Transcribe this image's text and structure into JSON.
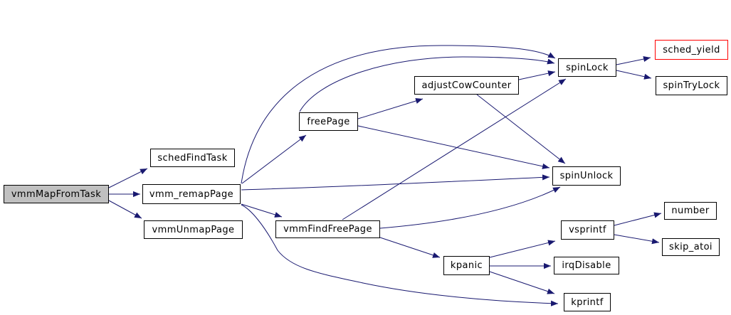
{
  "diagram": {
    "kind": "doxygen-call-graph",
    "colors": {
      "edge": "#191970",
      "node_border": "#000000",
      "node_fill": "#ffffff",
      "focus_fill": "#c0c0c0",
      "highlight_border": "#ff0000",
      "text": "#000000"
    },
    "focus_node": "vmmMapFromTask",
    "nodes": [
      {
        "id": "vmmMapFromTask",
        "label": "vmmMapFromTask",
        "role": "focus"
      },
      {
        "id": "schedFindTask",
        "label": "schedFindTask",
        "role": "link"
      },
      {
        "id": "vmm_remapPage",
        "label": "vmm_remapPage",
        "role": "link"
      },
      {
        "id": "vmmUnmapPage",
        "label": "vmmUnmapPage",
        "role": "link"
      },
      {
        "id": "freePage",
        "label": "freePage",
        "role": "link"
      },
      {
        "id": "adjustCowCounter",
        "label": "adjustCowCounter",
        "role": "link"
      },
      {
        "id": "spinLock",
        "label": "spinLock",
        "role": "link"
      },
      {
        "id": "sched_yield",
        "label": "sched_yield",
        "role": "highlighted"
      },
      {
        "id": "spinTryLock",
        "label": "spinTryLock",
        "role": "link"
      },
      {
        "id": "spinUnlock",
        "label": "spinUnlock",
        "role": "link"
      },
      {
        "id": "vsprintf",
        "label": "vsprintf",
        "role": "link"
      },
      {
        "id": "number",
        "label": "number",
        "role": "link"
      },
      {
        "id": "skip_atoi",
        "label": "skip_atoi",
        "role": "link"
      },
      {
        "id": "kpanic",
        "label": "kpanic",
        "role": "link"
      },
      {
        "id": "irqDisable",
        "label": "irqDisable",
        "role": "link"
      },
      {
        "id": "kprintf",
        "label": "kprintf",
        "role": "link"
      }
    ],
    "edges": [
      {
        "from": "vmmMapFromTask",
        "to": "schedFindTask"
      },
      {
        "from": "vmmMapFromTask",
        "to": "vmm_remapPage"
      },
      {
        "from": "vmmMapFromTask",
        "to": "vmmUnmapPage"
      },
      {
        "from": "vmm_remapPage",
        "to": "freePage"
      },
      {
        "from": "vmm_remapPage",
        "to": "spinLock"
      },
      {
        "from": "vmm_remapPage",
        "to": "spinUnlock"
      },
      {
        "from": "vmm_remapPage",
        "to": "vmmFindFreePage"
      },
      {
        "from": "vmm_remapPage",
        "to": "kprintf"
      },
      {
        "from": "freePage",
        "to": "adjustCowCounter"
      },
      {
        "from": "freePage",
        "to": "spinLock"
      },
      {
        "from": "freePage",
        "to": "spinUnlock"
      },
      {
        "from": "adjustCowCounter",
        "to": "spinLock"
      },
      {
        "from": "adjustCowCounter",
        "to": "spinUnlock"
      },
      {
        "from": "vmmFindFreePage",
        "to": "spinLock"
      },
      {
        "from": "vmmFindFreePage",
        "to": "spinUnlock"
      },
      {
        "from": "vmmFindFreePage",
        "to": "kpanic"
      },
      {
        "from": "kpanic",
        "to": "vsprintf"
      },
      {
        "from": "kpanic",
        "to": "irqDisable"
      },
      {
        "from": "kpanic",
        "to": "kprintf"
      },
      {
        "from": "vsprintf",
        "to": "number"
      },
      {
        "from": "vsprintf",
        "to": "skip_atoi"
      },
      {
        "from": "spinLock",
        "to": "sched_yield"
      },
      {
        "from": "spinLock",
        "to": "spinTryLock"
      }
    ],
    "extra_nodes": [
      {
        "id": "vmmFindFreePage",
        "label": "vmmFindFreePage",
        "role": "link"
      }
    ]
  }
}
